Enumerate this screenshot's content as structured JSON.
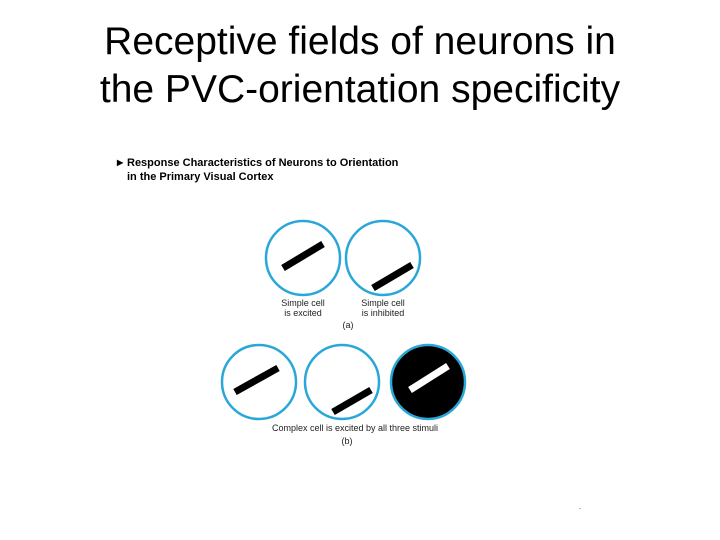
{
  "title": {
    "line1": "Receptive fields of neurons in",
    "line2": "the PVC-orientation specificity"
  },
  "figure": {
    "caption_line1": "Response Characteristics of Neurons to Orientation",
    "caption_line2": "in the Primary Visual Cortex",
    "panel_a": {
      "label": "(a)",
      "cells": [
        {
          "line1": "Simple cell",
          "line2": "is excited"
        },
        {
          "line1": "Simple cell",
          "line2": "is inhibited"
        }
      ]
    },
    "panel_b": {
      "label": "(b)",
      "caption": "Complex cell is excited by all three stimuli"
    },
    "colors": {
      "circle_stroke": "#2aa7d8",
      "bar": "#000000",
      "filled_circle": "#000000",
      "filled_bar": "#ffffff"
    }
  },
  "footer_mark": "."
}
